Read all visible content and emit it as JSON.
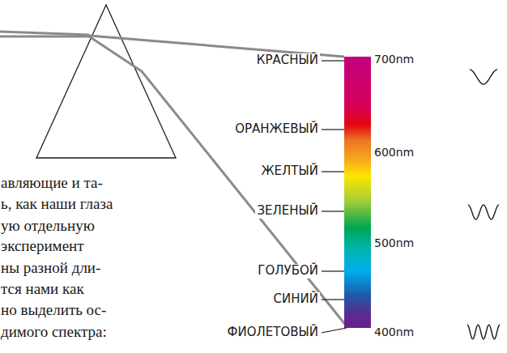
{
  "diagram": {
    "labels": [
      "КРАСНЫЙ",
      "ОРАНЖЕВЫЙ",
      "ЖЕЛТЫЙ",
      "ЗЕЛЕНЫЙ",
      "ГОЛУБОЙ",
      "СИНИЙ",
      "ФИОЛЕТОВЫЙ",
      "700nm",
      "600nm",
      "500nm",
      "400nm",
      "авляющие и та-",
      "ь, как наши глаза",
      "ую отдельную",
      "эксперимент",
      "ны разной дли-",
      "тся нами как",
      "но выделить ос-",
      "димого спектра:"
    ]
  }
}
